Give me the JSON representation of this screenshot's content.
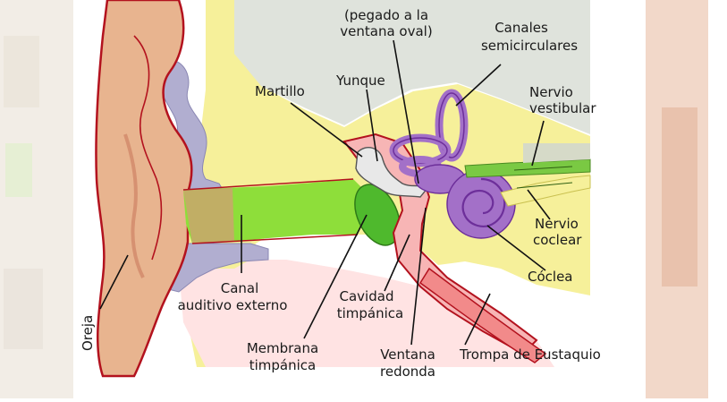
{
  "labels": {
    "stapes_note_1": "(pegado a la",
    "stapes_note_2": "ventana oval)",
    "semicircular_1": "Canales",
    "semicircular_2": "semicirculares",
    "malleus": "Martillo",
    "incus": "Yunque",
    "vestibular_1": "Nervio",
    "vestibular_2": "vestibular",
    "cochlear_nerve_1": "Nervio",
    "cochlear_nerve_2": "coclear",
    "cochlea": "Cóclea",
    "ear_canal_1": "Canal",
    "ear_canal_2": "auditivo externo",
    "tympanic_cavity_1": "Cavidad",
    "tympanic_cavity_2": "timpánica",
    "eardrum_1": "Membrana",
    "eardrum_2": "timpánica",
    "round_window_1": "Ventana",
    "round_window_2": "redonda",
    "eustachian": "Trompa de Eustaquio",
    "pinna": "Oreja"
  },
  "colors": {
    "skin": "#e8b48f",
    "skin_dark": "#d79a78",
    "outline_red": "#b3121e",
    "bone": "#f6f09a",
    "bone_gray": "#d6dac8",
    "canal_green": "#8ede3a",
    "eardrum": "#4fb92d",
    "cochlea": "#a370c8",
    "cochlea_line": "#6d2f9a",
    "nerve": "#7ac943",
    "pink": "#ffd6d6",
    "cartilage": "#b1aed0"
  }
}
